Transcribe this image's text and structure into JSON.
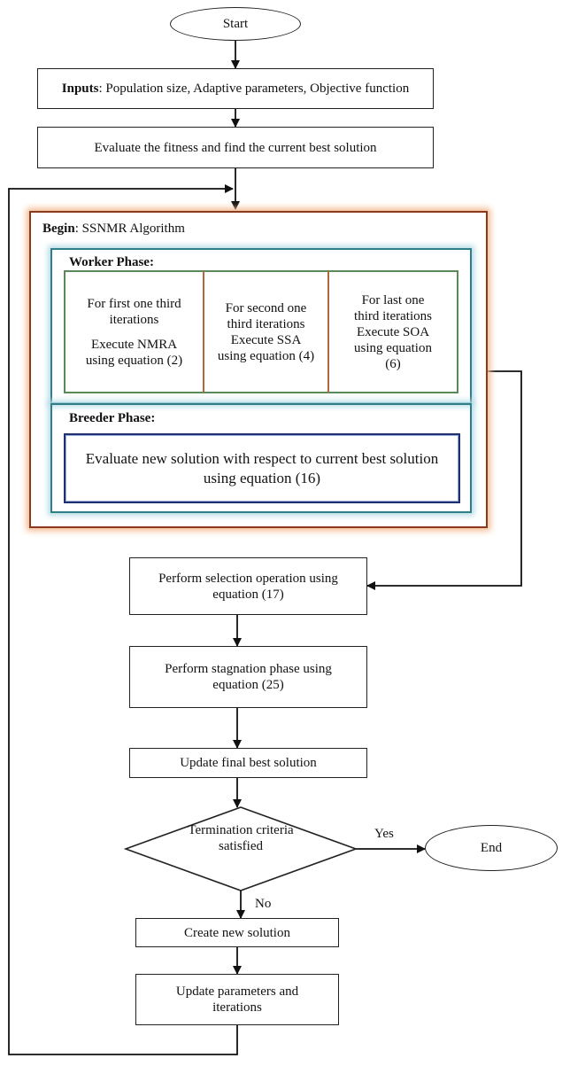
{
  "nodes": {
    "start": "Start",
    "inputs_label": "Inputs",
    "inputs_text": ": Population size, Adaptive parameters, Objective function",
    "evaluate": "Evaluate the fitness and find the current best solution",
    "begin_label": "Begin",
    "begin_text": ": SSNMR Algorithm",
    "worker_phase": "Worker Phase:",
    "col1_line1": "For first one third iterations",
    "col1_line2": "Execute NMRA using equation (2)",
    "col2_line1": "For second one third iterations",
    "col2_line2": "Execute SSA using equation (4)",
    "col3_line1": "For last one third iterations",
    "col3_line2": "Execute SOA using equation (6)",
    "breeder_phase": "Breeder Phase:",
    "breeder_text": "Evaluate new solution with respect to current best solution using equation (16)",
    "selection": "Perform selection operation using equation (17)",
    "stagnation": "Perform stagnation phase using equation (25)",
    "update_best": "Update final best solution",
    "decision": "Termination criteria satisfied",
    "yes": "Yes",
    "no": "No",
    "end": "End",
    "create": "Create new solution",
    "update_params": "Update parameters and iterations"
  }
}
